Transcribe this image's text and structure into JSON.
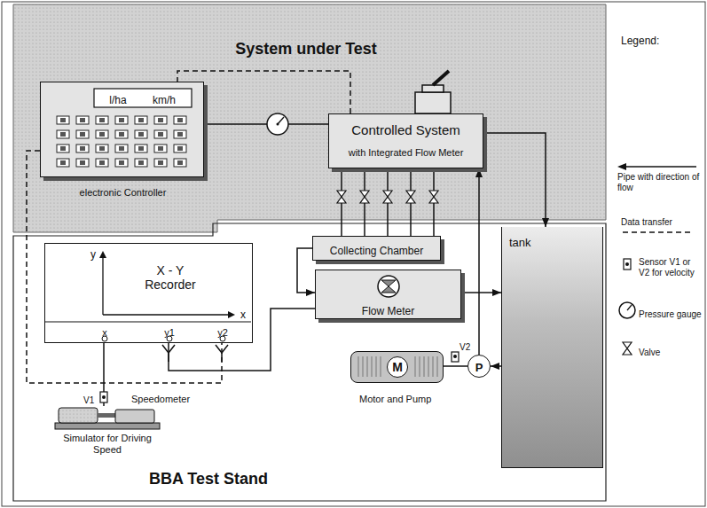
{
  "diagram": {
    "nodes": [
      {
        "text": [
          "System under Test"
        ]
      },
      {
        "text": [
          "l/ha",
          "km/h",
          "electronic Controller"
        ],
        "in": 0
      },
      {
        "text": [
          "Controlled System",
          "with Integrated Flow Meter"
        ],
        "in": 0
      },
      {
        "text": [
          "BBA Test Stand"
        ]
      },
      {
        "text": [
          "X - Y Recorder",
          "y",
          "x",
          "x",
          "y1",
          "y2"
        ],
        "in": 3
      },
      {
        "text": [
          "Collecting Chamber"
        ],
        "in": 3
      },
      {
        "text": [
          "Flow Meter"
        ],
        "in": 3
      },
      {
        "text": [
          "tank"
        ],
        "in": 3
      },
      {
        "text": [
          "M"
        ],
        "in": 3
      },
      {
        "text": [
          "P"
        ],
        "in": 3
      },
      {
        "text": [
          "Simulator for Driving Speed"
        ],
        "in": 3
      }
    ],
    "edges": [
      {
        "from": 1,
        "to": 2,
        "arrow": "none"
      },
      {
        "from": 2,
        "to": 1,
        "arrow": "none"
      },
      {
        "from": 2,
        "to": 7,
        "arrow": "to"
      },
      {
        "from": 2,
        "to": 5,
        "arrow": "none"
      },
      {
        "from": 5,
        "to": 6,
        "arrow": "to"
      },
      {
        "from": 6,
        "to": 7,
        "arrow": "to"
      },
      {
        "from": 7,
        "to": 9,
        "arrow": "to"
      },
      {
        "from": 9,
        "to": 2,
        "arrow": "to"
      },
      {
        "from": 8,
        "to": 9,
        "arrow": "none"
      },
      {
        "from": 6,
        "to": 4,
        "arrow": "none"
      },
      {
        "from": 1,
        "to": 4,
        "arrow": "none"
      },
      {
        "from": 10,
        "to": 4,
        "arrow": "none"
      }
    ],
    "labels": [
      "Legend:",
      "Speedometer",
      "V1",
      "Motor and Pump",
      "V2"
    ],
    "legend": [
      {
        "text": "Pipe with direction of flow"
      },
      {
        "text": "Data transfer"
      },
      {
        "text": "Sensor V1 or V2 for velocity"
      },
      {
        "text": "Pressure gauge"
      },
      {
        "text": "Valve"
      }
    ]
  }
}
